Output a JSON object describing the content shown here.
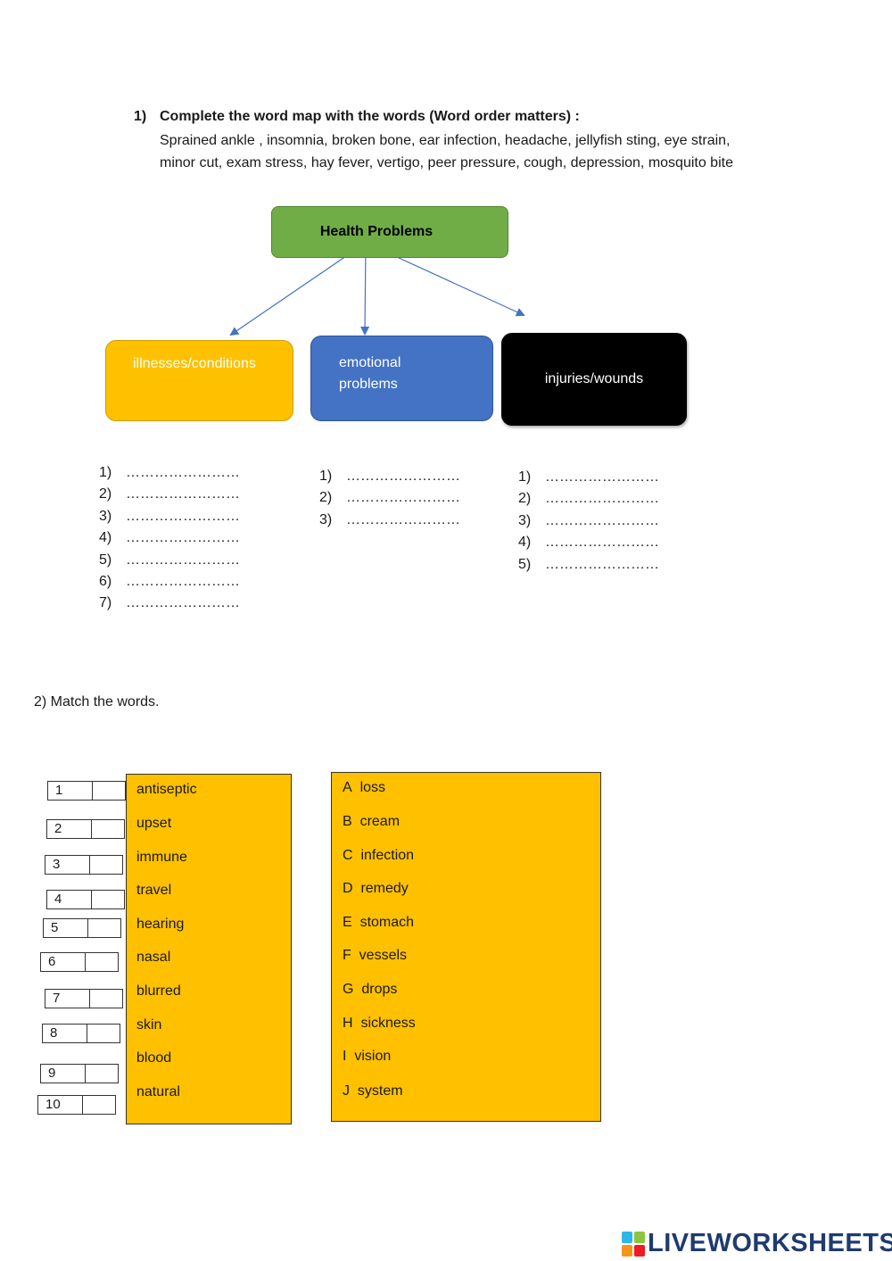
{
  "exercise1": {
    "number": "1)",
    "title": "Complete the word map with the words (Word order matters) :",
    "words_line1": "Sprained ankle , insomnia, broken bone, ear infection, headache, jellyfish sting, eye strain,",
    "words_line2": "minor cut, exam stress, hay fever, vertigo, peer pressure, cough, depression, mosquito bite"
  },
  "word_map": {
    "root": "Health Problems",
    "illnesses": "illnesses/conditions",
    "emotional_line1": "emotional",
    "emotional_line2": "problems",
    "injuries": "injuries/wounds",
    "colors": {
      "root": "#70ad47",
      "illnesses": "#ffc000",
      "emotional": "#4472c4",
      "injuries": "#000000",
      "arrow": "#4472c4"
    }
  },
  "blank": "……………………",
  "lists": {
    "illnesses": [
      "1)",
      "2)",
      "3)",
      "4)",
      "5)",
      "6)",
      "7)"
    ],
    "emotional": [
      "1)",
      "2)",
      "3)"
    ],
    "injuries": [
      "1)",
      "2)",
      "3)",
      "4)",
      "5)"
    ]
  },
  "exercise2": {
    "title": "2) Match the words.",
    "numbers": [
      "1",
      "2",
      "3",
      "4",
      "5",
      "6",
      "7",
      "8",
      "9",
      "10"
    ],
    "left_words": [
      "antiseptic",
      "upset",
      "immune",
      "travel",
      "hearing",
      "nasal",
      "blurred",
      "skin",
      "blood",
      "natural"
    ],
    "right_letters": [
      "A",
      "B",
      "C",
      "D",
      "E",
      "F",
      "G",
      "H",
      "I",
      "J"
    ],
    "right_words": [
      "loss",
      "cream",
      "infection",
      "remedy",
      "stomach",
      "vessels",
      "drops",
      "sickness",
      "vision",
      "system"
    ],
    "box_color": "#ffc000"
  },
  "brand": {
    "name": "LIVEWORKSHEETS",
    "icon": "liveworksheets-logo-icon"
  }
}
